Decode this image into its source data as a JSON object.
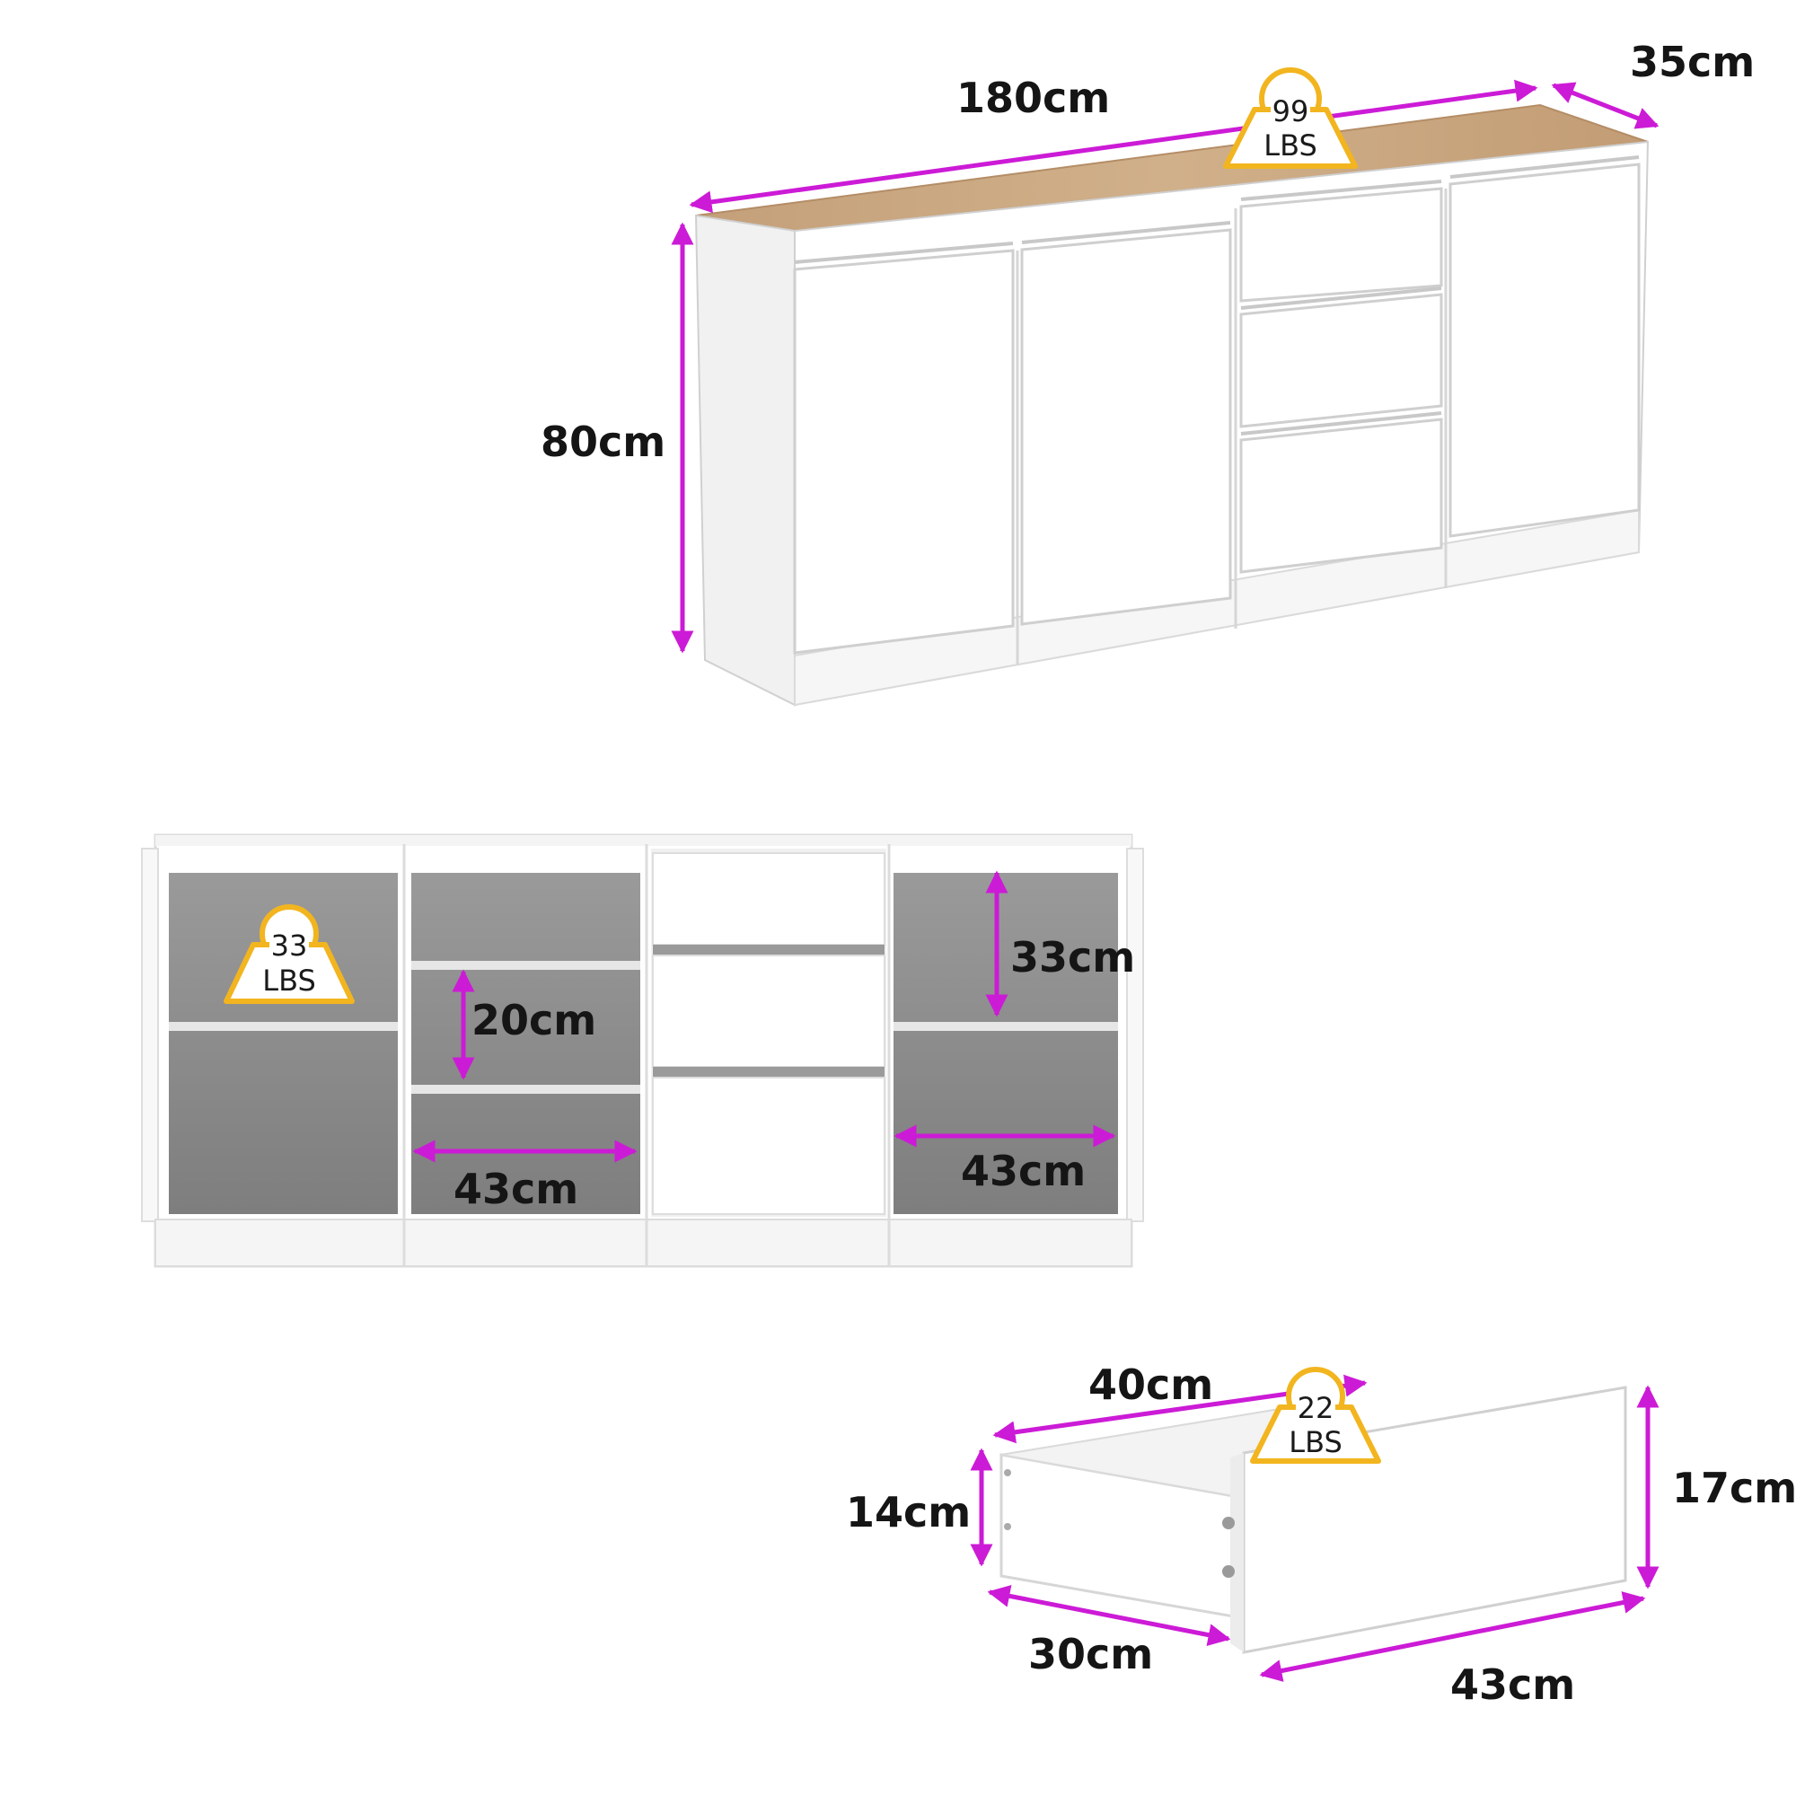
{
  "colors": {
    "measure": "#cc1bd6",
    "weight_badge": "#f2b51f",
    "panel": "#ffffff",
    "edge": "#d8d8d8",
    "wood": "#c9a57a",
    "interior": "#8c8c8c"
  },
  "overall": {
    "width": "180cm",
    "depth": "35cm",
    "height": "80cm",
    "top_load": {
      "value": "99",
      "unit": "LBS"
    }
  },
  "interior": {
    "left_compartment_load": {
      "value": "33",
      "unit": "LBS"
    },
    "middle_shelf_height": "20cm",
    "middle_shelf_width": "43cm",
    "right_shelf_height": "33cm",
    "right_shelf_width": "43cm"
  },
  "drawer": {
    "depth_top": "40cm",
    "depth_bottom": "30cm",
    "side_height": "14cm",
    "front_height": "17cm",
    "front_width": "43cm",
    "load": {
      "value": "22",
      "unit": "LBS"
    }
  }
}
